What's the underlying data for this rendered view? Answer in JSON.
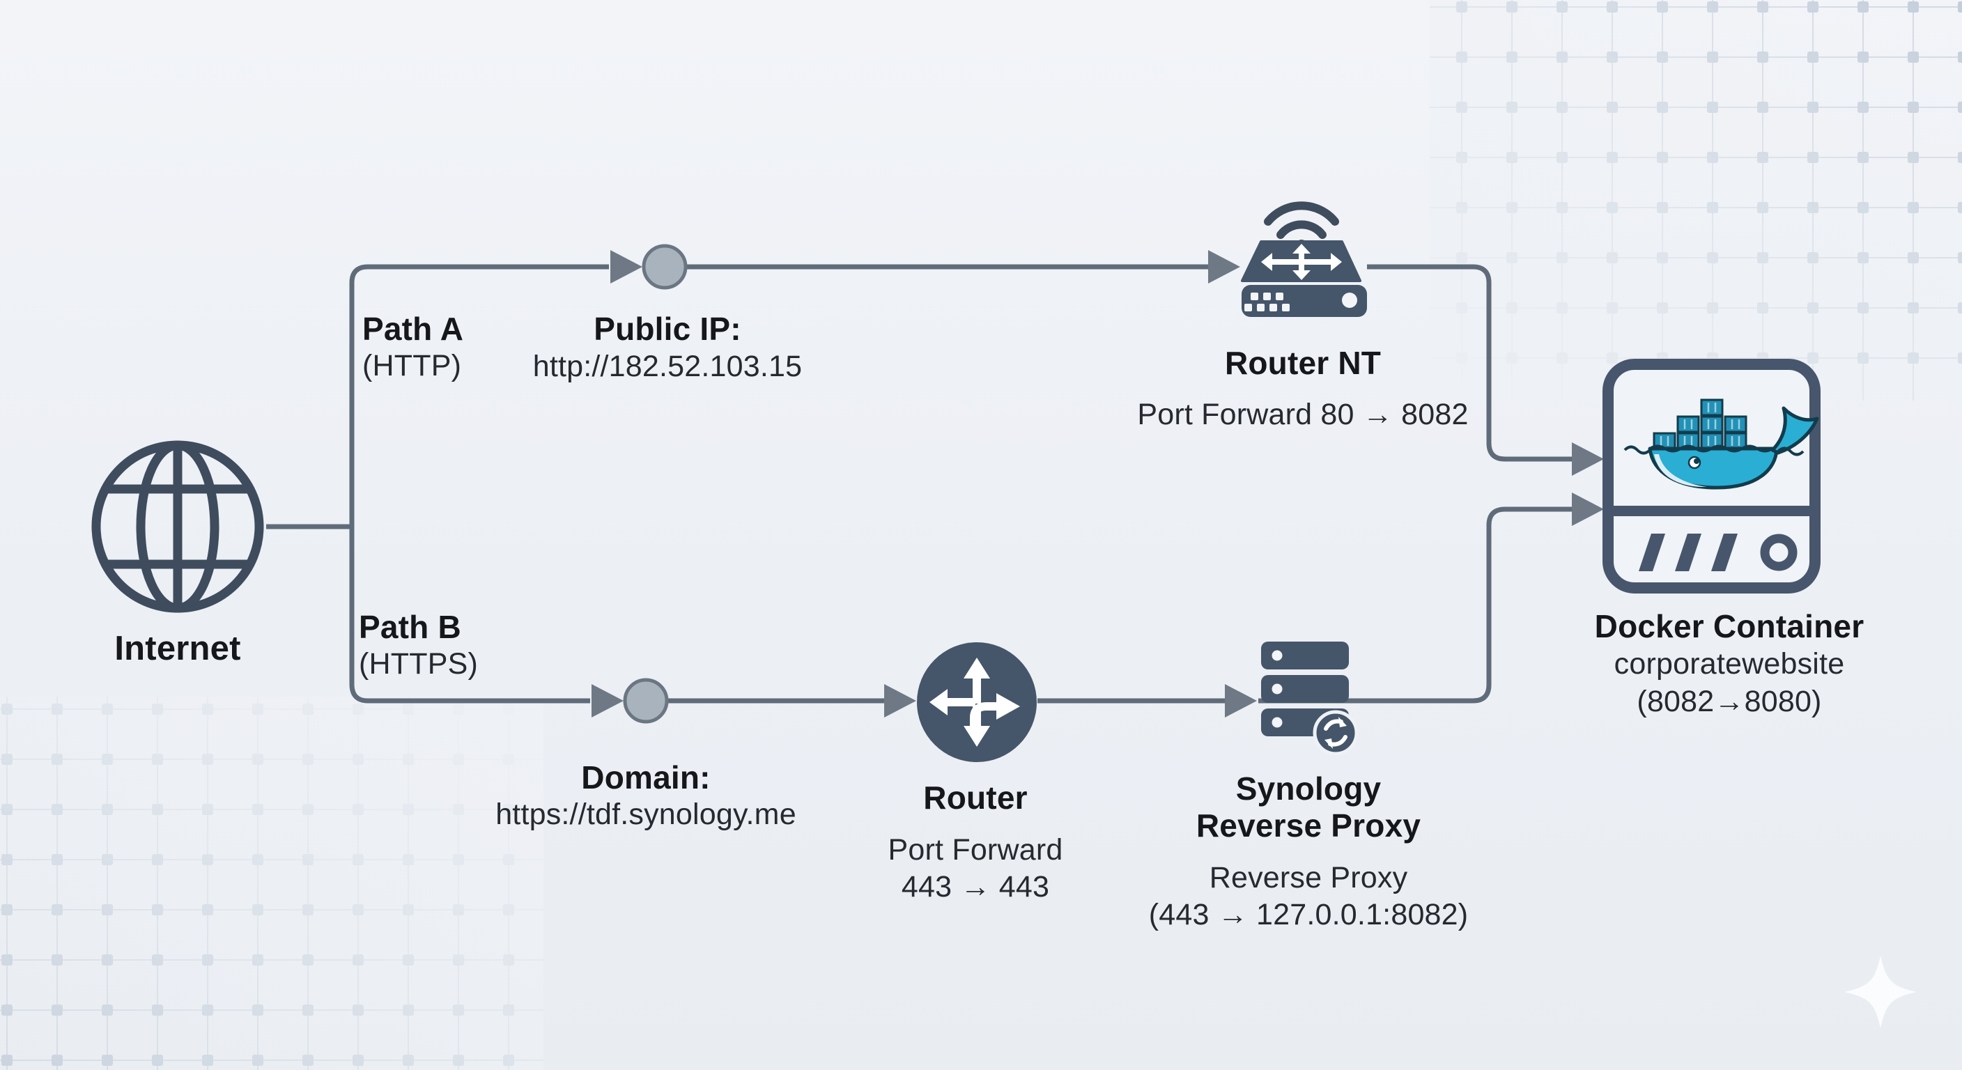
{
  "diagram": {
    "internet": {
      "label": "Internet"
    },
    "path_a": {
      "label": "Path A",
      "protocol": "(HTTP)",
      "entry_title": "Public IP:",
      "entry_value": "http://182.52.103.15",
      "router": {
        "name": "Router NT",
        "detail": "Port Forward 80 → 8082"
      }
    },
    "path_b": {
      "label": "Path B",
      "protocol": "(HTTPS)",
      "entry_title": "Domain:",
      "entry_value": "https://tdf.synology.me",
      "router": {
        "name": "Router",
        "detail_line1": "Port Forward",
        "detail_line2": "443 → 443"
      },
      "proxy": {
        "name_line1": "Synology",
        "name_line2": "Reverse Proxy",
        "detail_line1": "Reverse Proxy",
        "detail_line2": "(443 → 127.0.0.1:8082)"
      }
    },
    "docker": {
      "title": "Docker Container",
      "container_name": "corporatewebsite",
      "ports": "(8082→8080)"
    },
    "icons": {
      "globe": "globe-icon",
      "wireless_router": "wireless-router-icon",
      "router": "router-cross-arrows-icon",
      "reverse_proxy": "server-stack-sync-icon",
      "docker": "docker-whale-icon",
      "sparkle": "sparkle-icon"
    },
    "colors": {
      "background": "#edf0f5",
      "icon_dark": "#45556a",
      "outline_dark": "#3e4c5e",
      "line_gray": "#5f6b79",
      "arrow_gray": "#6e7985",
      "node_fill": "#a9b3be",
      "docker_blue": "#2aaed4",
      "container_blue": "#2291b6",
      "text_dark": "#15171b"
    }
  }
}
